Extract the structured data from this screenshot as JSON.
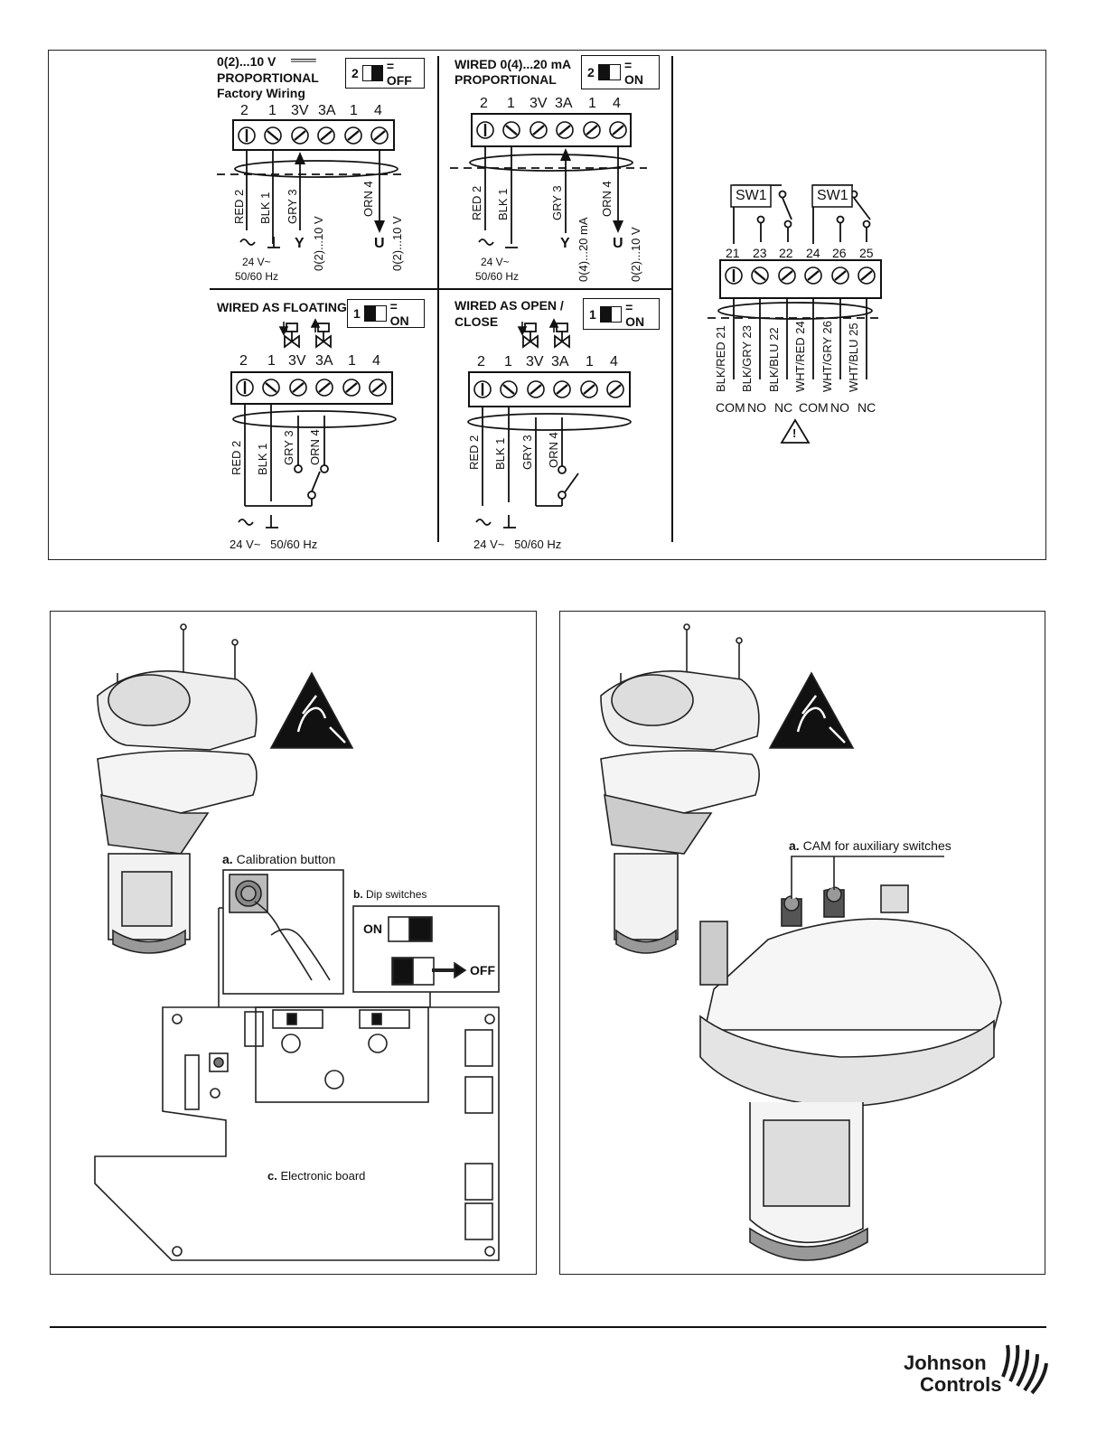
{
  "panels": {
    "proportional_v": {
      "title_line1": "0(2)...10 V",
      "title_line2": "PROPORTIONAL",
      "title_line3": "Factory Wiring",
      "switch_number": "2",
      "switch_state": "= OFF",
      "terminals": [
        "2",
        "1",
        "3V",
        "3A",
        "1",
        "4"
      ],
      "wires": [
        "RED 2",
        "BLK 1",
        "GRY 3",
        "0(2)...10 V",
        "ORN 4",
        "0(2)...10 V"
      ],
      "signal_y": "Y",
      "signal_u": "U",
      "supply_line1": "24 V~",
      "supply_line2": "50/60 Hz"
    },
    "proportional_ma": {
      "title_line1": "WIRED 0(4)...20 mA",
      "title_line2": "PROPORTIONAL",
      "switch_number": "2",
      "switch_state": "= ON",
      "terminals": [
        "2",
        "1",
        "3V",
        "3A",
        "1",
        "4"
      ],
      "wires": [
        "RED 2",
        "BLK 1",
        "GRY 3",
        "0(4)...20 mA",
        "ORN 4",
        "0(2)...10 V"
      ],
      "signal_y": "Y",
      "signal_u": "U",
      "supply_line1": "24 V~",
      "supply_line2": "50/60 Hz"
    },
    "floating": {
      "title": "WIRED AS FLOATING",
      "switch_number": "1",
      "switch_state": "= ON",
      "terminals": [
        "2",
        "1",
        "3V",
        "3A",
        "1",
        "4"
      ],
      "wires": [
        "RED 2",
        "BLK 1",
        "GRY 3",
        "ORN 4"
      ],
      "supply": "24 V~   50/60 Hz"
    },
    "open_close": {
      "title_line1": "WIRED AS OPEN /",
      "title_line2": "CLOSE",
      "switch_number": "1",
      "switch_state": "= ON",
      "terminals": [
        "2",
        "1",
        "3V",
        "3A",
        "1",
        "4"
      ],
      "wires": [
        "RED 2",
        "BLK 1",
        "GRY 3",
        "ORN 4"
      ],
      "supply": "24 V~   50/60 Hz"
    },
    "aux_switches": {
      "sw_labels": [
        "SW1",
        "SW1"
      ],
      "terminals": [
        "21",
        "23",
        "22",
        "24",
        "26",
        "25"
      ],
      "wires": [
        "BLK/RED 21",
        "BLK/GRY 23",
        "BLK/BLU 22",
        "WHT/RED 24",
        "WHT/GRY 26",
        "WHT/BLU 25"
      ],
      "contacts": [
        "COM",
        "NO",
        "NC",
        "COM",
        "NO",
        "NC"
      ],
      "warning_symbol": "!"
    }
  },
  "board_figure": {
    "calibration": {
      "letter": "a.",
      "text": "Calibration button"
    },
    "dip": {
      "letter": "b.",
      "text": "Dip switches",
      "on_label": "ON",
      "off_label": "OFF"
    },
    "board": {
      "letter": "c.",
      "text": "Electronic board"
    }
  },
  "cam_figure": {
    "cam": {
      "letter": "a.",
      "text": "CAM for auxiliary switches"
    }
  },
  "logo": {
    "line1": "Johnson",
    "line2": "Controls"
  }
}
